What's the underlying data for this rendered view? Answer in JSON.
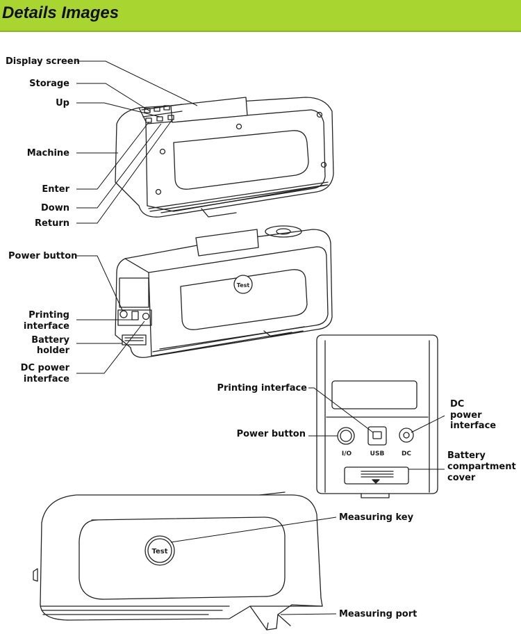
{
  "header": {
    "title": "Details Images",
    "bg_color": "#a9d531"
  },
  "device_top": {
    "labels": {
      "display_screen": "Display screen",
      "storage": "Storage",
      "up": "Up",
      "machine": "Machine",
      "enter": "Enter",
      "down": "Down",
      "return": "Return"
    }
  },
  "device_side": {
    "labels": {
      "power_button": "Power button",
      "printing_interface": [
        "Printing",
        "interface"
      ],
      "battery_holder": [
        "Battery",
        "holder"
      ],
      "dc_power_interface": [
        "DC power",
        "interface"
      ]
    },
    "test_key_text": "Test"
  },
  "device_rear": {
    "labels": {
      "printing_interface": "Printing interface",
      "dc_power_interface": [
        "DC",
        "power",
        "interface"
      ],
      "power_button": "Power button",
      "battery_cover": [
        "Battery",
        "compartment",
        "cover"
      ]
    },
    "port_labels": {
      "io": "I/O",
      "usb": "USB",
      "dc": "DC"
    }
  },
  "device_bottom": {
    "labels": {
      "measuring_key": "Measuring key",
      "measuring_port": "Measuring port"
    },
    "test_key_text": "Test"
  }
}
